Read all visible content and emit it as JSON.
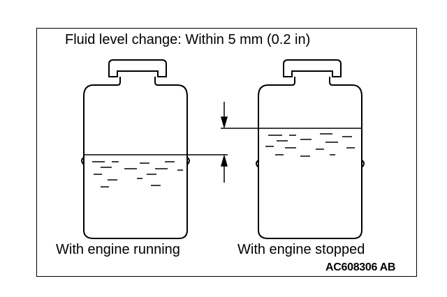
{
  "title": "Fluid level change: Within 5 mm (0.2 in)",
  "captions": {
    "left": "With engine running",
    "right": "With engine stopped"
  },
  "figure_code": "AC608306 AB",
  "colors": {
    "line": "#000000",
    "background": "#ffffff"
  }
}
